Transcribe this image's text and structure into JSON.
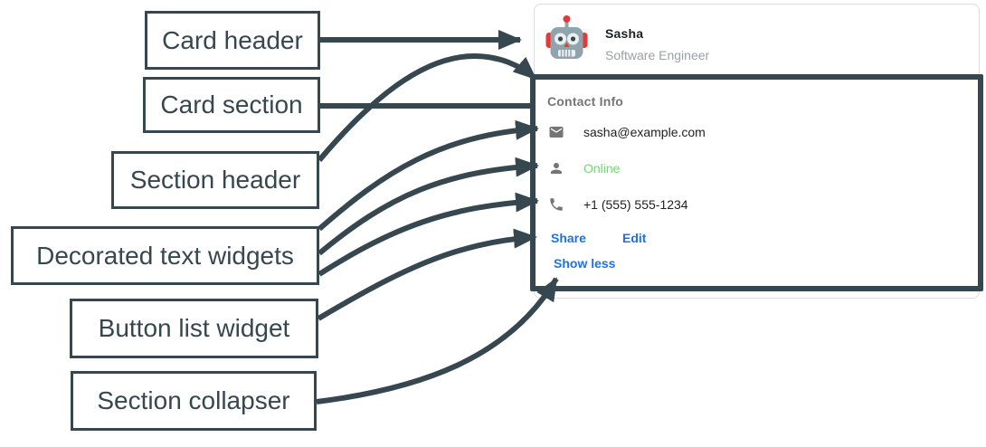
{
  "diagram": {
    "accent_color": "#37474F",
    "labels": [
      {
        "id": "card-header",
        "text": "Card header"
      },
      {
        "id": "card-section",
        "text": "Card section"
      },
      {
        "id": "section-header",
        "text": "Section header"
      },
      {
        "id": "decorated-text-widgets",
        "text": "Decorated text widgets"
      },
      {
        "id": "button-list-widget",
        "text": "Button list widget"
      },
      {
        "id": "section-collapser",
        "text": "Section collapser"
      }
    ]
  },
  "card": {
    "header": {
      "name": "Sasha",
      "subtitle": "Software Engineer",
      "avatar": "robot-avatar"
    },
    "section": {
      "title": "Contact Info",
      "rows": [
        {
          "icon": "mail-icon",
          "text": "sasha@example.com"
        },
        {
          "icon": "person-icon",
          "text": "Online"
        },
        {
          "icon": "phone-icon",
          "text": "+1 (555) 555-1234"
        }
      ],
      "buttons": [
        {
          "label": "Share"
        },
        {
          "label": "Edit"
        }
      ],
      "collapser_label": "Show less"
    },
    "colors": {
      "link_blue": "#1A73E8",
      "online_green": "#6FD96F",
      "icon_gray": "#757575",
      "card_border": "#DADCE0",
      "text_dark": "#212121",
      "subtitle_gray": "#9AA0A6"
    }
  }
}
